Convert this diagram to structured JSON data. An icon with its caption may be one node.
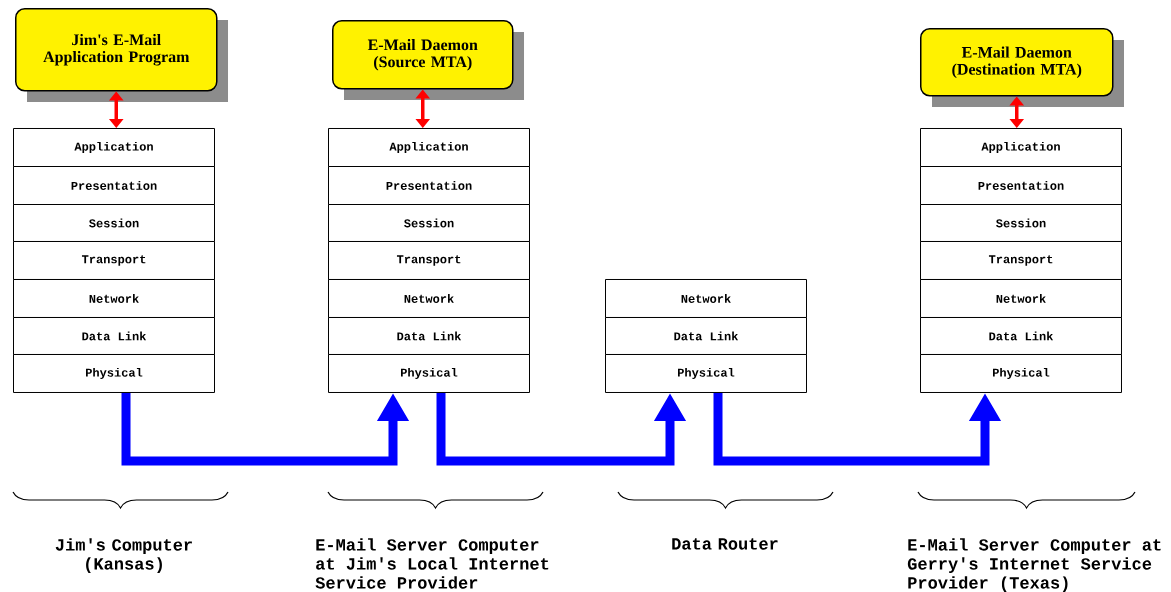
{
  "diagram": {
    "nodes": [
      {
        "text": [
          "Jim's E-Mail Application Program"
        ]
      },
      {
        "text": [
          "E-Mail Daemon (Source MTA)"
        ]
      },
      {
        "text": [
          "E-Mail Daemon (Destination MTA)"
        ]
      },
      {
        "text": [
          "Application"
        ]
      },
      {
        "text": [
          "Presentation"
        ]
      },
      {
        "text": [
          "Session"
        ]
      },
      {
        "text": [
          "Transport"
        ]
      },
      {
        "text": [
          "Network"
        ]
      },
      {
        "text": [
          "Data Link"
        ]
      },
      {
        "text": [
          "Physical"
        ]
      },
      {
        "text": [
          "Application"
        ]
      },
      {
        "text": [
          "Presentation"
        ]
      },
      {
        "text": [
          "Session"
        ]
      },
      {
        "text": [
          "Transport"
        ]
      },
      {
        "text": [
          "Network"
        ]
      },
      {
        "text": [
          "Data Link"
        ]
      },
      {
        "text": [
          "Physical"
        ]
      },
      {
        "text": [
          "Network"
        ]
      },
      {
        "text": [
          "Data Link"
        ]
      },
      {
        "text": [
          "Physical"
        ]
      },
      {
        "text": [
          "Application"
        ]
      },
      {
        "text": [
          "Presentation"
        ]
      },
      {
        "text": [
          "Session"
        ]
      },
      {
        "text": [
          "Transport"
        ]
      },
      {
        "text": [
          "Network"
        ]
      },
      {
        "text": [
          "Data Link"
        ]
      },
      {
        "text": [
          "Physical"
        ]
      }
    ],
    "edges": [
      {
        "from": 0,
        "to": 3,
        "arrow": "both",
        "color": "#ff0000"
      },
      {
        "from": 1,
        "to": 10,
        "arrow": "both",
        "color": "#ff0000"
      },
      {
        "from": 2,
        "to": 20,
        "arrow": "both",
        "color": "#ff0000"
      },
      {
        "from": 9,
        "to": 16,
        "arrow": "to",
        "style": "thick",
        "color": "#0000ff"
      },
      {
        "from": 16,
        "to": 19,
        "arrow": "to",
        "style": "thick",
        "color": "#0000ff"
      },
      {
        "from": 19,
        "to": 26,
        "arrow": "to",
        "style": "thick",
        "color": "#0000ff"
      }
    ],
    "labels": [
      "Jim's Computer (Kansas)",
      "E-Mail Server Computer at Jim's Local Internet Service Provider",
      "Data Router",
      "E-Mail Server Computer at Gerry's Internet Service Provider (Texas)"
    ]
  }
}
